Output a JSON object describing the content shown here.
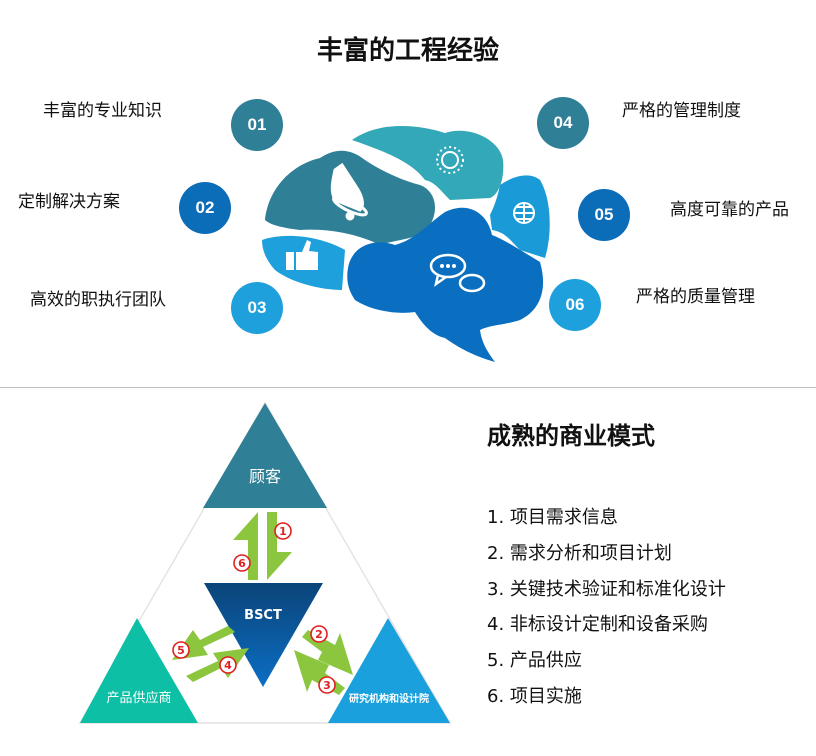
{
  "top": {
    "title": "丰富的工程经验",
    "items": [
      {
        "num": "01",
        "label": "丰富的专业知识",
        "color": "#2f7f96"
      },
      {
        "num": "02",
        "label": "定制解决方案",
        "color": "#0b6cb8"
      },
      {
        "num": "03",
        "label": "高效的职执行团队",
        "color": "#1ea0dc"
      },
      {
        "num": "04",
        "label": "严格的管理制度",
        "color": "#2f7f96"
      },
      {
        "num": "05",
        "label": "高度可靠的产品",
        "color": "#0b6cb8"
      },
      {
        "num": "06",
        "label": "严格的质量管理",
        "color": "#1ea0dc"
      }
    ]
  },
  "bottom": {
    "diagram": {
      "customer": "顾客",
      "center": "BSCT",
      "supplier": "产品供应商",
      "research": "研究机构和设计院",
      "steps": [
        "1",
        "2",
        "3",
        "4",
        "5",
        "6"
      ]
    },
    "title": "成熟的商业模式",
    "list": [
      "1. 项目需求信息",
      "2. 需求分析和项目计划",
      "3. 关键技术验证和标准化设计",
      "4. 非标设计定制和设备采购",
      "5. 产品供应",
      "6. 项目实施"
    ]
  }
}
